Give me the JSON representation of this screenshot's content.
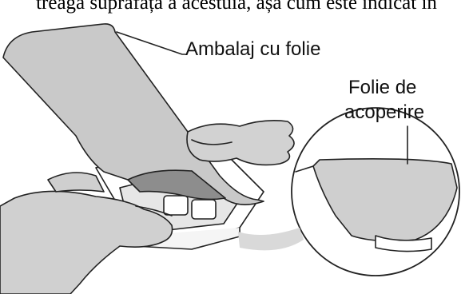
{
  "caption_top": "treaga suprafața a acestuia, așa cum este indicat în",
  "labels": {
    "pack": "Ambalaj cu folie",
    "cover_line1": "Folie de",
    "cover_line2": "acoperire"
  }
}
